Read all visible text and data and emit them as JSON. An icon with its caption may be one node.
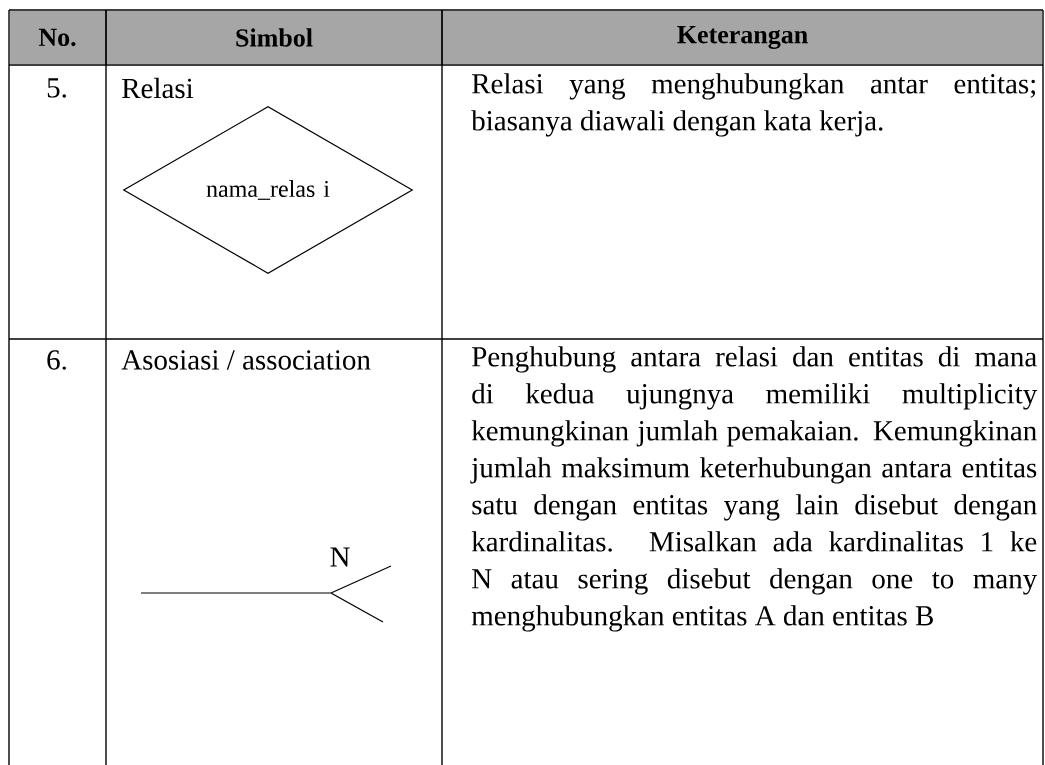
{
  "diagram": {
    "nodes": [
      {
        "text": [
          "nama_relas i"
        ]
      }
    ],
    "labels": [
      "No.",
      "Simbol",
      "Keterangan",
      "5.",
      "Relasi",
      "Relasi yang menghubungkan antar entitas; biasanya diawali dengan kata kerja.",
      "6.",
      "Asosiasi / association",
      "N",
      "Penghubung antara relasi dan entitas di mana di kedua ujungnya memiliki multiplicity kemungkinan jumlah pemakaian. Kemungkinan jumlah maksimum keterhubungan antara entitas satu dengan entitas yang lain disebut dengan kardinalitas. Misalkan ada kardinalitas 1 ke N atau sering disebut dengan one to many menghubungkan entitas A dan entitas B"
    ]
  }
}
